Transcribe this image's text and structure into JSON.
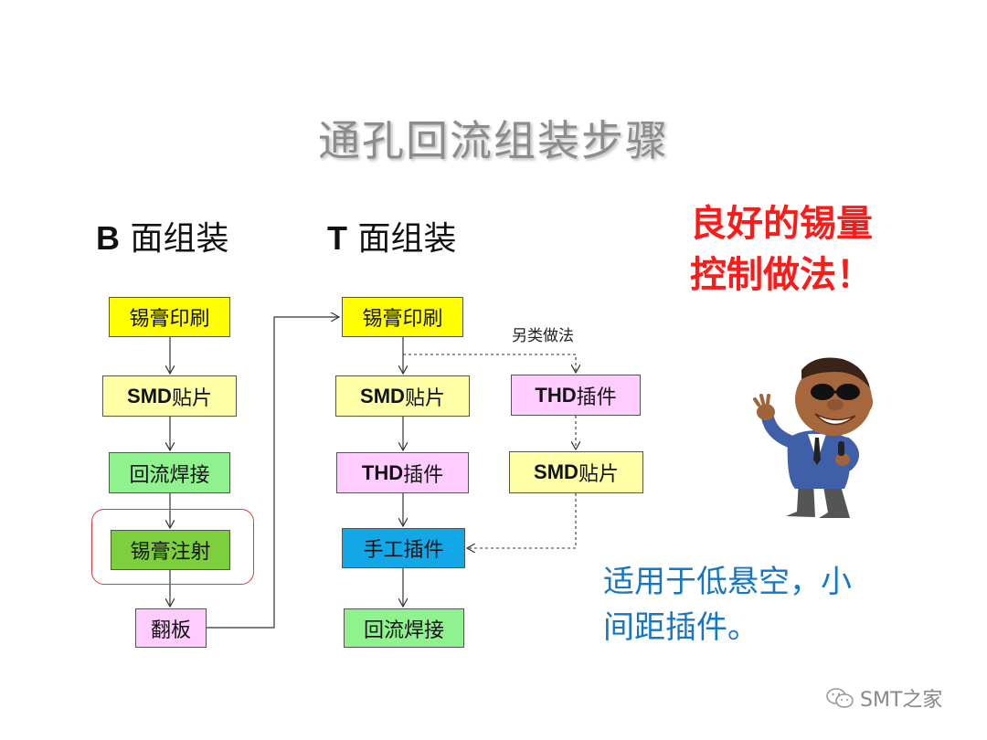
{
  "title": "通孔回流组装步骤",
  "b_side": {
    "label_letter": "B",
    "label_text": " 面组装",
    "steps": [
      {
        "pre": "",
        "text": "锡膏印刷"
      },
      {
        "pre": "SMD",
        "text": " 贴片"
      },
      {
        "pre": "",
        "text": "回流焊接"
      },
      {
        "pre": "",
        "text": "锡膏注射"
      },
      {
        "pre": "",
        "text": "翻板"
      }
    ]
  },
  "t_side": {
    "label_letter": "T",
    "label_text": " 面组装",
    "steps": [
      {
        "pre": "",
        "text": "锡膏印刷"
      },
      {
        "pre": "SMD",
        "text": " 贴片"
      },
      {
        "pre": "THD",
        "text": " 插件"
      },
      {
        "pre": "",
        "text": "手工插件"
      },
      {
        "pre": "",
        "text": "回流焊接"
      }
    ],
    "alternative": {
      "label": "另类做法",
      "steps": [
        {
          "pre": "THD",
          "text": " 插件"
        },
        {
          "pre": "SMD",
          "text": " 贴片"
        }
      ]
    }
  },
  "red_note": {
    "line1": "良好的锡量",
    "line2": "控制做法！"
  },
  "blue_note": {
    "line1": "适用于低悬空，小",
    "line2": "间距插件。"
  },
  "watermark": {
    "icon": "wechat-icon",
    "text": "SMT之家"
  },
  "colors": {
    "title": "#8c8c8c",
    "yellow": "#ffff00",
    "light_yellow": "#ffffa6",
    "green": "#8ff28f",
    "dark_green": "#7dcf3d",
    "pink": "#ffccff",
    "blue": "#12a8e8",
    "red_note": "#ff1a1a",
    "blue_note": "#1676c4",
    "highlight": "#e8353a"
  }
}
